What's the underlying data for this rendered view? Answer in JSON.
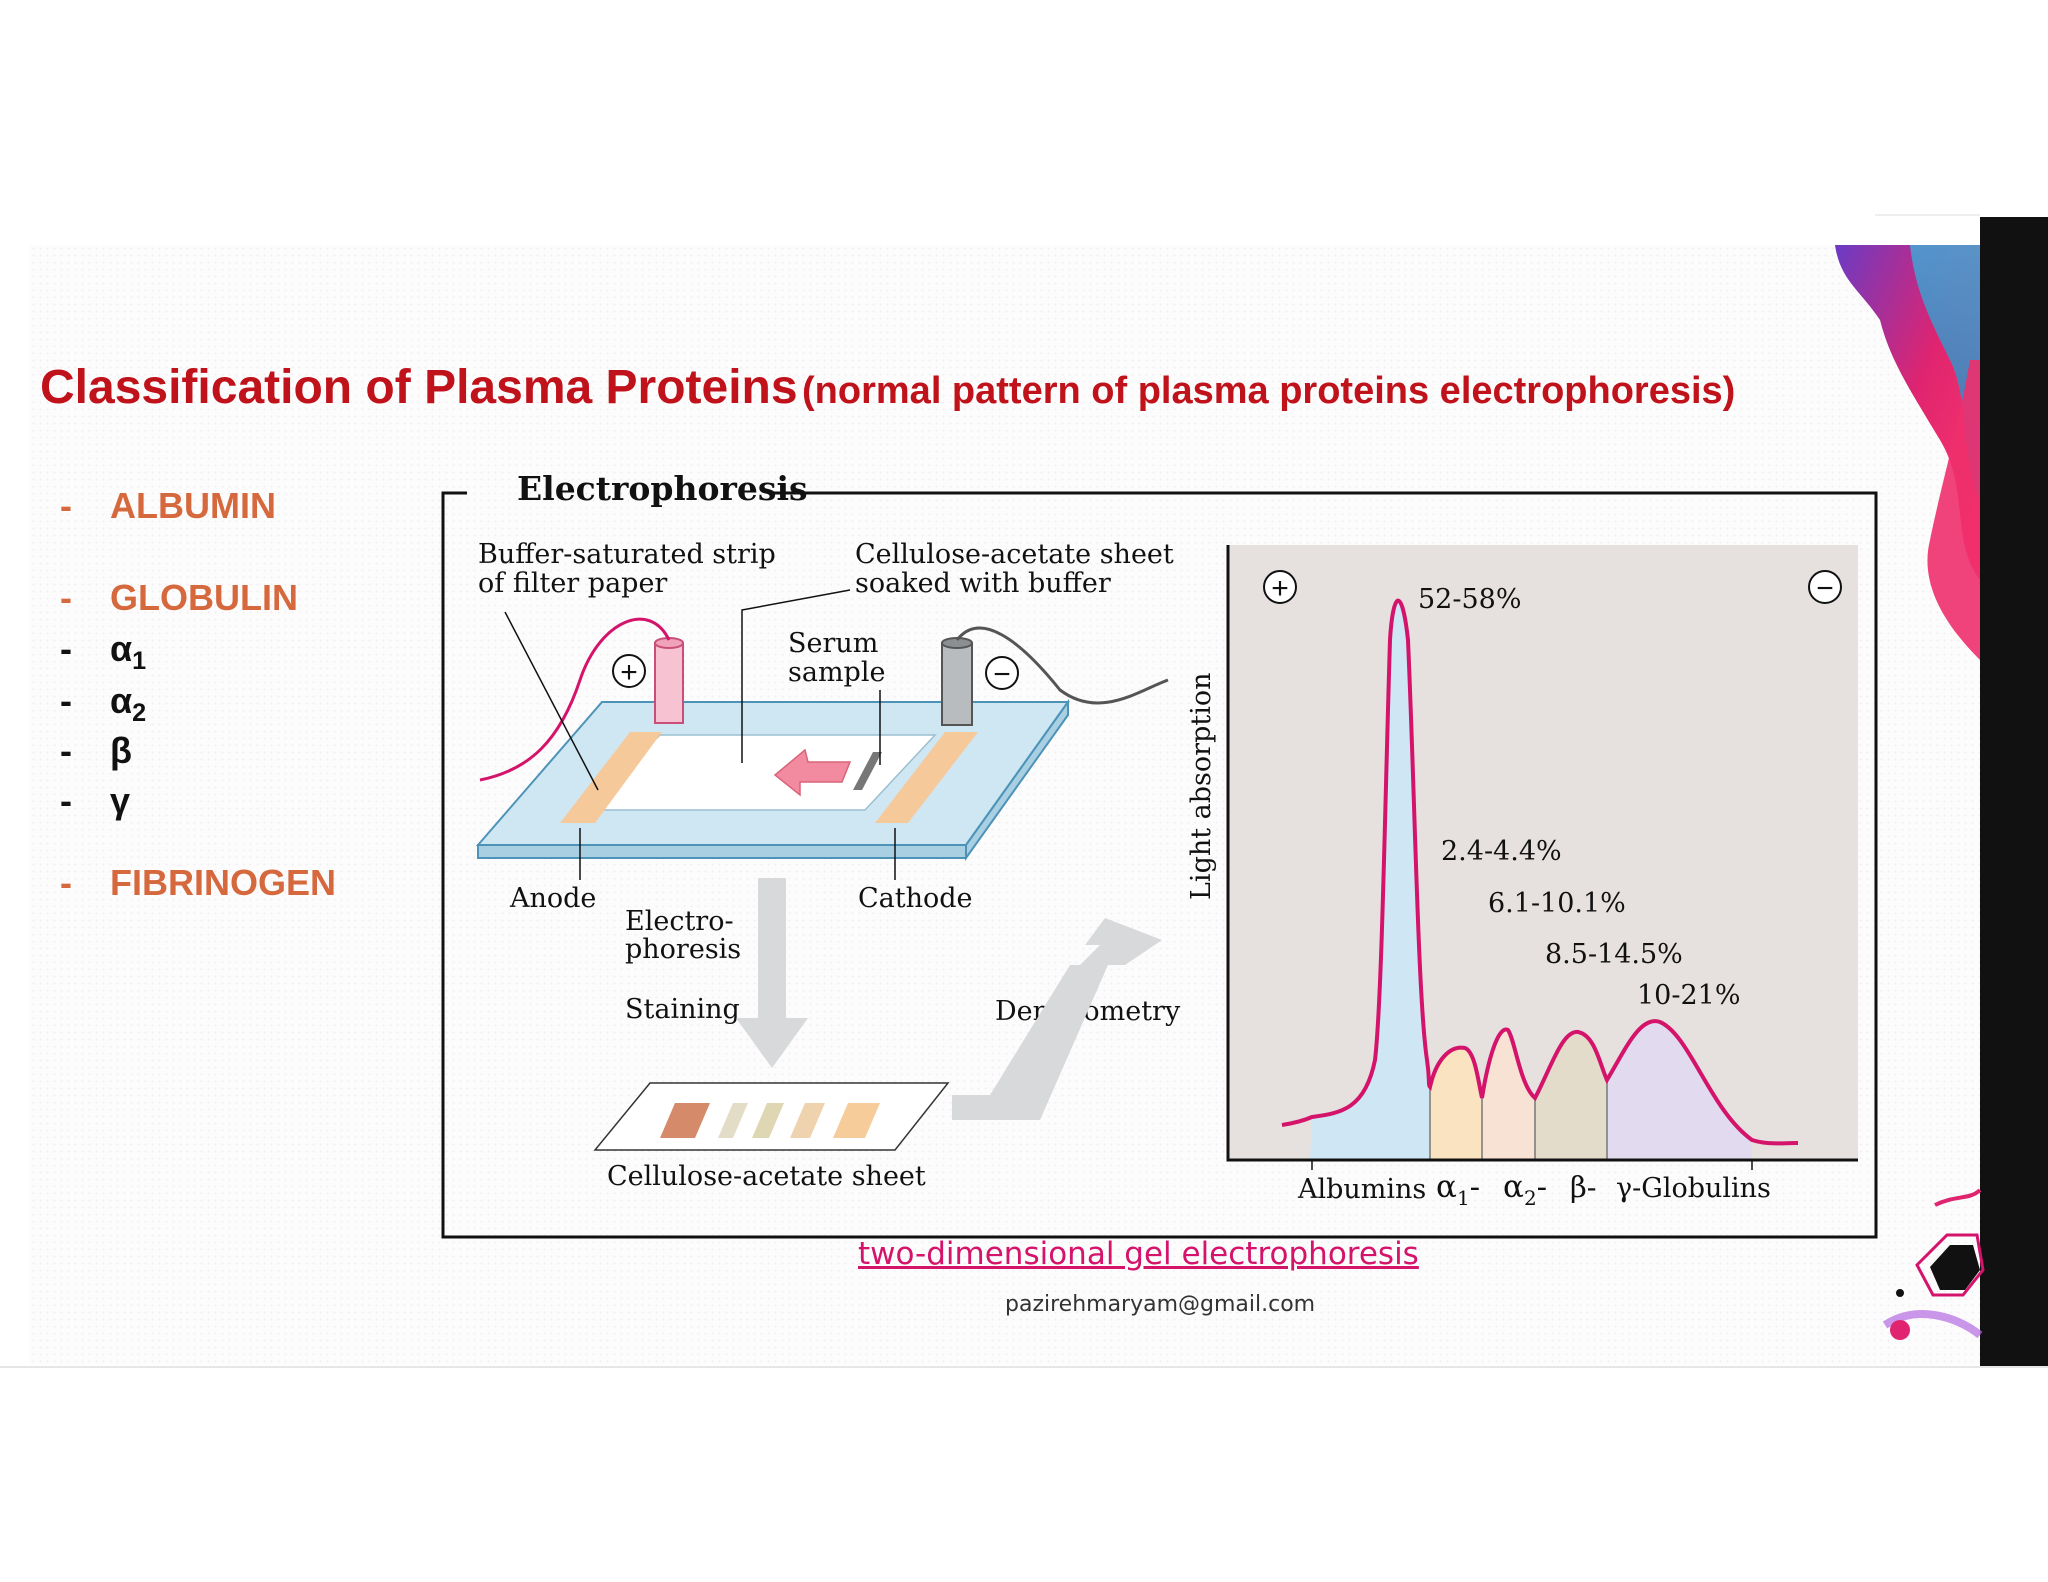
{
  "slide": {
    "title_main": "Classification of Plasma Proteins",
    "title_sub": "(normal pattern of plasma proteins electrophoresis)",
    "list": [
      {
        "dash": "-",
        "label": "ALBUMIN",
        "kind": "category"
      },
      {
        "dash": "-",
        "label": "GLOBULIN",
        "kind": "category"
      },
      {
        "dash": "-",
        "label": "α",
        "sub": "1",
        "kind": "subitem"
      },
      {
        "dash": "-",
        "label": "α",
        "sub": "2",
        "kind": "subitem"
      },
      {
        "dash": "-",
        "label": "β",
        "kind": "subitem"
      },
      {
        "dash": "-",
        "label": "γ",
        "kind": "subitem"
      },
      {
        "dash": "-",
        "label": "FIBRINOGEN",
        "kind": "category"
      }
    ],
    "link_text": "two-dimensional gel electrophoresis",
    "email": "pazirehmaryam@gmail.com"
  },
  "diagram": {
    "frame_title": "Electrophoresis",
    "buffer_strip_label": [
      "Buffer-saturated strip",
      "of filter paper"
    ],
    "sheet_label": [
      "Cellulose-acetate sheet",
      "soaked with buffer"
    ],
    "serum_label": [
      "Serum",
      "sample"
    ],
    "anode_label": "Anode",
    "cathode_label": "Cathode",
    "electrophoresis_label": [
      "Electro-",
      "phoresis"
    ],
    "staining_label": "Staining",
    "densitometry_label": "Densitometry",
    "stained_sheet_label": "Cellulose-acetate sheet",
    "plus_symbol": "+",
    "minus_symbol": "−",
    "y_axis_label": "Light absorption",
    "peaks": [
      {
        "label": "52-58%"
      },
      {
        "label": "2.4-4.4%"
      },
      {
        "label": "6.1-10.1%"
      },
      {
        "label": "8.5-14.5%"
      },
      {
        "label": "10-21%"
      }
    ],
    "x_labels": [
      "Albumins",
      "α",
      "1",
      "-",
      "α",
      "2",
      "-",
      "β-",
      "γ-Globulins"
    ]
  },
  "colors": {
    "title": "#c0121b",
    "category": "#d5683c",
    "curve": "#d4136b",
    "plot_bg": "#e6e1de",
    "albumin_fill": "#cfe6f5",
    "alpha1_fill": "#fae3c0",
    "alpha2_fill": "#f7e2d4",
    "beta_fill": "#e4dccb",
    "gamma_fill": "#e2dbf0",
    "glass": "#cfe7f3",
    "orange_pad": "#f6c99a"
  }
}
